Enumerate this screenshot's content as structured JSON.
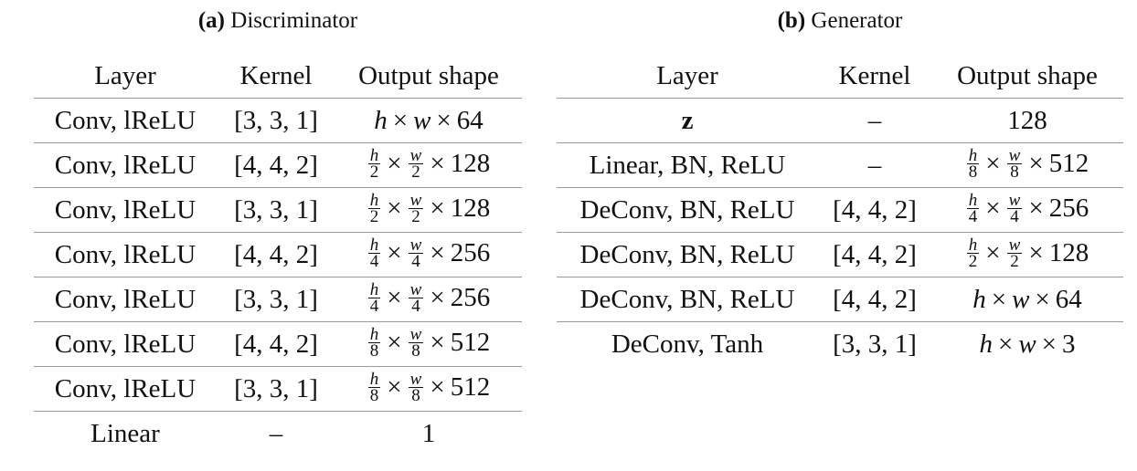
{
  "captions": {
    "a_tag": "(a)",
    "a_title": "Discriminator",
    "b_tag": "(b)",
    "b_title": "Generator"
  },
  "discriminator": {
    "headers": [
      "Layer",
      "Kernel",
      "Output shape"
    ],
    "rows": [
      {
        "layer": "Conv, lReLU",
        "kernel": "[3, 3, 1]",
        "shape": {
          "kind": "full",
          "h": "h",
          "w": "w",
          "c": "64"
        }
      },
      {
        "layer": "Conv, lReLU",
        "kernel": "[4, 4, 2]",
        "shape": {
          "kind": "frac",
          "h": "h",
          "w": "w",
          "d": "2",
          "c": "128"
        }
      },
      {
        "layer": "Conv, lReLU",
        "kernel": "[3, 3, 1]",
        "shape": {
          "kind": "frac",
          "h": "h",
          "w": "w",
          "d": "2",
          "c": "128"
        }
      },
      {
        "layer": "Conv, lReLU",
        "kernel": "[4, 4, 2]",
        "shape": {
          "kind": "frac",
          "h": "h",
          "w": "w",
          "d": "4",
          "c": "256"
        }
      },
      {
        "layer": "Conv, lReLU",
        "kernel": "[3, 3, 1]",
        "shape": {
          "kind": "frac",
          "h": "h",
          "w": "w",
          "d": "4",
          "c": "256"
        }
      },
      {
        "layer": "Conv, lReLU",
        "kernel": "[4, 4, 2]",
        "shape": {
          "kind": "frac",
          "h": "h",
          "w": "w",
          "d": "8",
          "c": "512"
        }
      },
      {
        "layer": "Conv, lReLU",
        "kernel": "[3, 3, 1]",
        "shape": {
          "kind": "frac",
          "h": "h",
          "w": "w",
          "d": "8",
          "c": "512"
        }
      },
      {
        "layer": "Linear",
        "kernel": "–",
        "shape": {
          "kind": "plain",
          "text": "1"
        }
      }
    ]
  },
  "generator": {
    "headers": [
      "Layer",
      "Kernel",
      "Output shape"
    ],
    "rows": [
      {
        "layer": "z",
        "layer_bold": true,
        "kernel": "–",
        "shape": {
          "kind": "plain",
          "text": "128"
        }
      },
      {
        "layer": "Linear, BN, ReLU",
        "kernel": "–",
        "shape": {
          "kind": "frac",
          "h": "h",
          "w": "w",
          "d": "8",
          "c": "512"
        }
      },
      {
        "layer": "DeConv, BN, ReLU",
        "kernel": "[4, 4, 2]",
        "shape": {
          "kind": "frac",
          "h": "h",
          "w": "w",
          "d": "4",
          "c": "256"
        }
      },
      {
        "layer": "DeConv, BN, ReLU",
        "kernel": "[4, 4, 2]",
        "shape": {
          "kind": "frac",
          "h": "h",
          "w": "w",
          "d": "2",
          "c": "128"
        }
      },
      {
        "layer": "DeConv, BN, ReLU",
        "kernel": "[4, 4, 2]",
        "shape": {
          "kind": "full",
          "h": "h",
          "w": "w",
          "c": "64"
        }
      },
      {
        "layer": "DeConv, Tanh",
        "kernel": "[3, 3, 1]",
        "shape": {
          "kind": "full",
          "h": "h",
          "w": "w",
          "c": "3"
        }
      }
    ]
  },
  "symbols": {
    "times": "×"
  }
}
